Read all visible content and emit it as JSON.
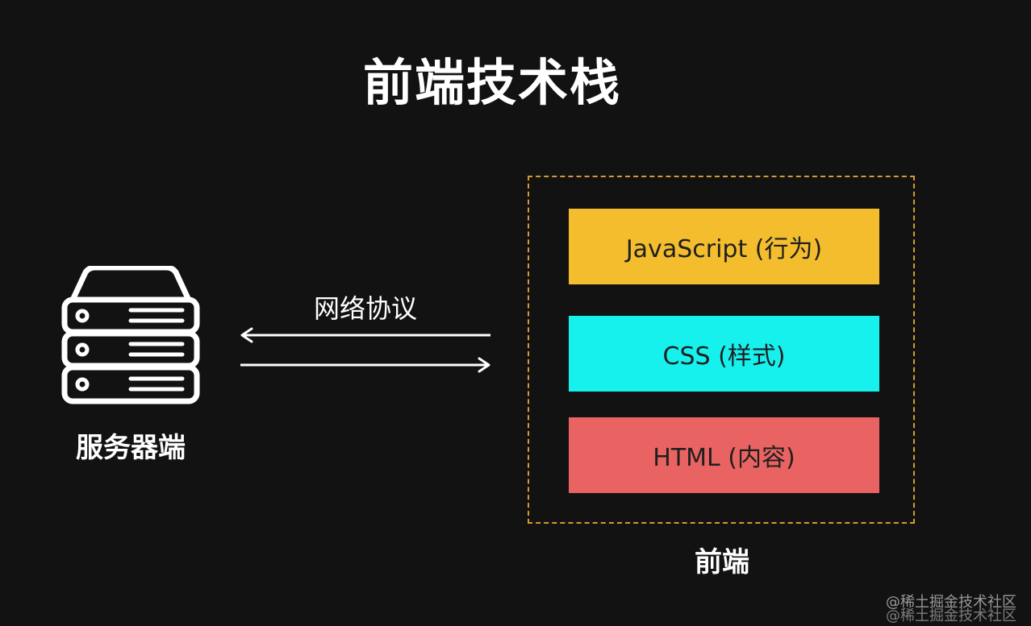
{
  "title": "前端技术栈",
  "server": {
    "icon": "server-icon",
    "label": "服务器端"
  },
  "connection": {
    "label": "网络协议",
    "icon": "bidirectional-arrows-icon"
  },
  "frontend": {
    "label": "前端",
    "border_color": "#d79a2f",
    "layers": [
      {
        "label": "JavaScript (行为)",
        "color": "#f3bd2e"
      },
      {
        "label": "CSS (样式)",
        "color": "#16f1ee"
      },
      {
        "label": "HTML (内容)",
        "color": "#ea6363"
      }
    ]
  },
  "watermarks": [
    "@稀土掘金技术社区",
    "@稀土掘金技术社区"
  ],
  "colors": {
    "background": "#121212",
    "text": "#ffffff"
  }
}
